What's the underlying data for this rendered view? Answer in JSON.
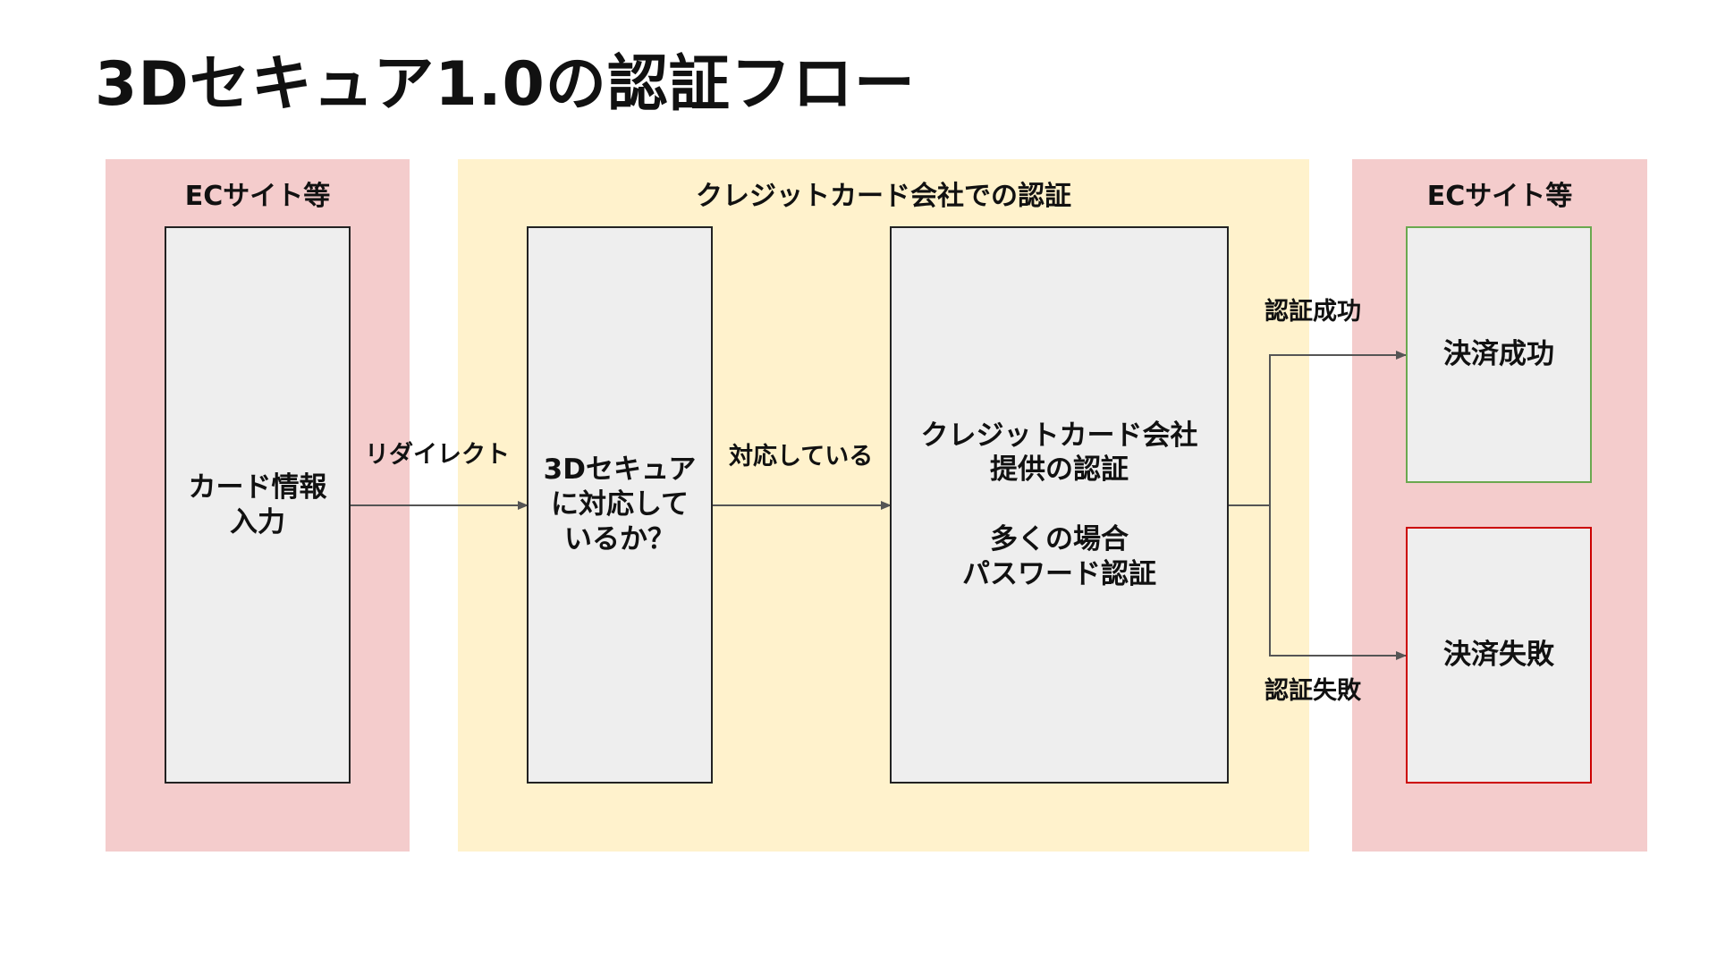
{
  "title": "3Dセキュア1.0の認証フロー",
  "colors": {
    "ec_region": "#f4cccc",
    "card_region": "#fff2cc",
    "node_fill": "#eeeeee",
    "node_border": "#222222",
    "success_border": "#6aa84f",
    "failure_border": "#cc0000",
    "arrow": "#555555"
  },
  "regions": {
    "ec_left": {
      "label": "ECサイト等"
    },
    "card_company": {
      "label": "クレジットカード会社での認証"
    },
    "ec_right": {
      "label": "ECサイト等"
    }
  },
  "nodes": {
    "card_input": {
      "label": "カード情報\n入力"
    },
    "support_check": {
      "label": "3Dセキュア\nに対応して\nいるか？"
    },
    "card_auth": {
      "label": "クレジットカード会社\n提供の認証\n\n多くの場合\nパスワード認証"
    },
    "payment_success": {
      "label": "決済成功"
    },
    "payment_failure": {
      "label": "決済失敗"
    }
  },
  "edges": {
    "redirect": {
      "label": "リダイレクト"
    },
    "supported": {
      "label": "対応している"
    },
    "auth_success": {
      "label": "認証成功"
    },
    "auth_failure": {
      "label": "認証失敗"
    }
  }
}
